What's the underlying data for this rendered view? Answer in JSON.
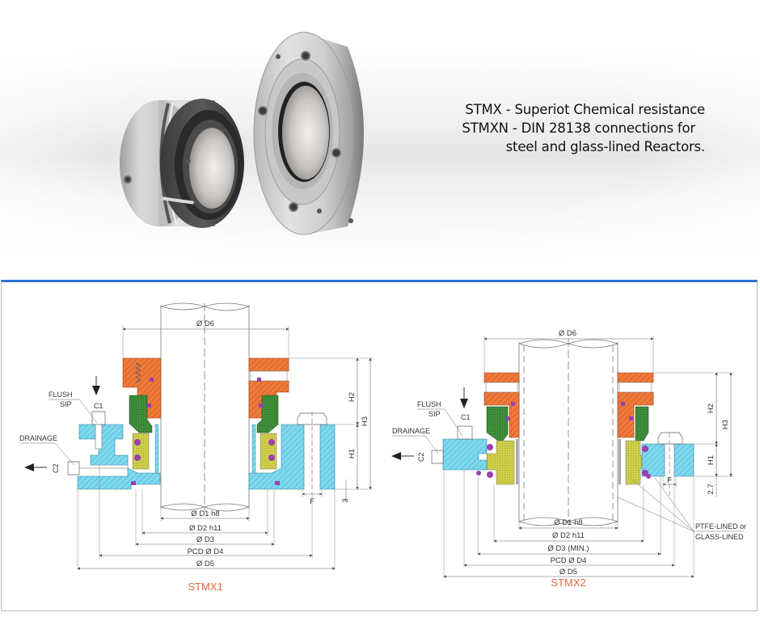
{
  "hero": {
    "product_images": [
      "cartridge-seal",
      "flange-seal"
    ],
    "tagline": [
      "STMX - Superiot Chemical resistance",
      "STMXN - DIN 28138 connections for",
      "steel and glass-lined Reactors."
    ]
  },
  "drawings": {
    "frame_accent": "#2f72d2",
    "colors": {
      "gland": "#ef7a3a",
      "rotary": "#3f8f3a",
      "stationary": "#cfcf4a",
      "housing": "#7fd8ee",
      "oring": "#9b3fb3"
    },
    "stmx1": {
      "caption": "STMX1",
      "labels": {
        "flush": "FLUSH",
        "sip": "SIP",
        "drainage": "DRAINAGE",
        "c1": "C1",
        "c2": "C2",
        "d6": "Ø D6",
        "d1": "Ø D1  h8",
        "d2": "Ø D2  h11",
        "d3": "Ø D3",
        "d4": "PCD Ø D4",
        "d5": "Ø D5",
        "h1": "H1",
        "h2": "H2",
        "h3": "H3",
        "f": "F",
        "gap": "3"
      }
    },
    "stmx2": {
      "caption": "STMX2",
      "labels": {
        "flush": "FLUSH",
        "sip": "SIP",
        "drainage": "DRAINAGE",
        "c1": "C1",
        "c2": "C2",
        "d6": "Ø D6",
        "d1": "Ø D1  h8",
        "d2": "Ø D2  h11",
        "d3": "Ø D3 (MIN.)",
        "d4": "PCD Ø D4",
        "d5": "Ø D5",
        "h1": "H1",
        "h2": "H2",
        "h3": "H3",
        "f": "F",
        "gap": "2.7",
        "lining_1": "PTFE-LINED or",
        "lining_2": "GLASS-LINED"
      }
    }
  }
}
